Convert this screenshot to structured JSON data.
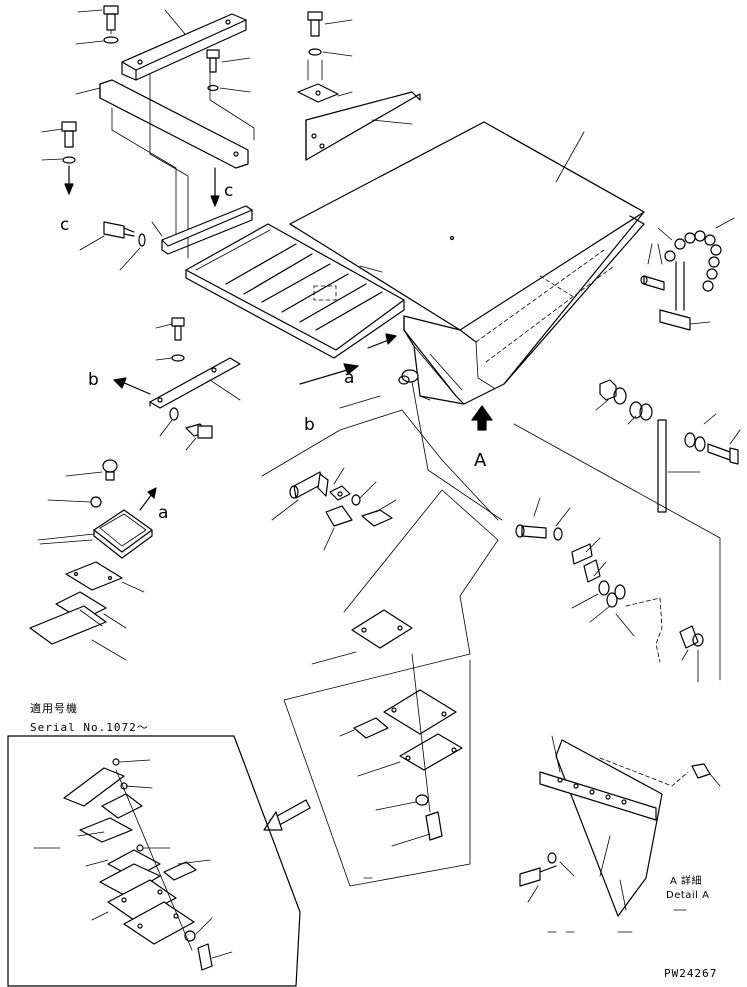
{
  "labels": {
    "c_left": "c",
    "c_top": "c",
    "b_left": "b",
    "b_bottom": "b",
    "a_chute": "a",
    "a_cover": "a",
    "view_A": "A"
  },
  "serial_note": {
    "jp": "適用号機",
    "en": "Serial No.1072～"
  },
  "detail": {
    "jp": "A 詳細",
    "en": "Detail A"
  },
  "drawing_number": "PW24267"
}
